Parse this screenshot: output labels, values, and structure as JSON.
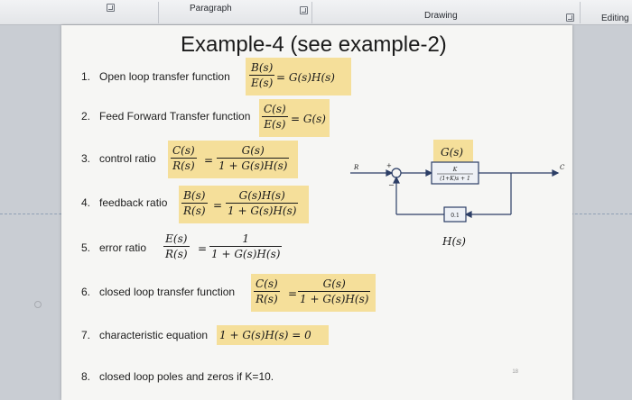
{
  "ribbon": {
    "paragraph_label": "Paragraph",
    "drawing_label": "Drawing",
    "editing_label": "Editing"
  },
  "slide": {
    "title": "Example-4 (see example-2)",
    "items": [
      {
        "num": "1.",
        "label": "Open loop transfer function",
        "lhs_num": "B(s)",
        "lhs_den": "E(s)",
        "rhs": "= G(s)H(s)"
      },
      {
        "num": "2.",
        "label": "Feed Forward Transfer function",
        "lhs_num": "C(s)",
        "lhs_den": "E(s)",
        "rhs": "= G(s)"
      },
      {
        "num": "3.",
        "label": "control ratio",
        "lhs_num": "C(s)",
        "lhs_den": "R(s)",
        "eq": "=",
        "rhs_num": "G(s)",
        "rhs_den": "1 + G(s)H(s)"
      },
      {
        "num": "4.",
        "label": "feedback ratio",
        "lhs_num": "B(s)",
        "lhs_den": "R(s)",
        "eq": "=",
        "rhs_num": "G(s)H(s)",
        "rhs_den": "1 + G(s)H(s)"
      },
      {
        "num": "5.",
        "label": "error ratio",
        "lhs_num": "E(s)",
        "lhs_den": "R(s)",
        "eq": "=",
        "rhs_num": "1",
        "rhs_den": "1 + G(s)H(s)"
      },
      {
        "num": "6.",
        "label": "closed loop transfer function",
        "lhs_num": "C(s)",
        "lhs_den": "R(s)",
        "eq": "=",
        "rhs_num": "G(s)",
        "rhs_den": "1 + G(s)H(s)"
      },
      {
        "num": "7.",
        "label": "characteristic equation",
        "rhs": "1 + G(s)H(s) = 0"
      },
      {
        "num": "8.",
        "label": "closed loop poles and zeros if K=10."
      }
    ],
    "diagram": {
      "g_label": "G(s)",
      "h_label": "H(s)",
      "input": "R",
      "output": "C",
      "plus": "+",
      "minus": "−",
      "forward_num": "K",
      "forward_den": "(1+K)s + 1",
      "feedback": "0.1"
    },
    "page_number": "18"
  },
  "colors": {
    "highlight": "#f5df9a",
    "diagram_stroke": "#2c3e66",
    "slide_bg": "#f6f6f4"
  }
}
